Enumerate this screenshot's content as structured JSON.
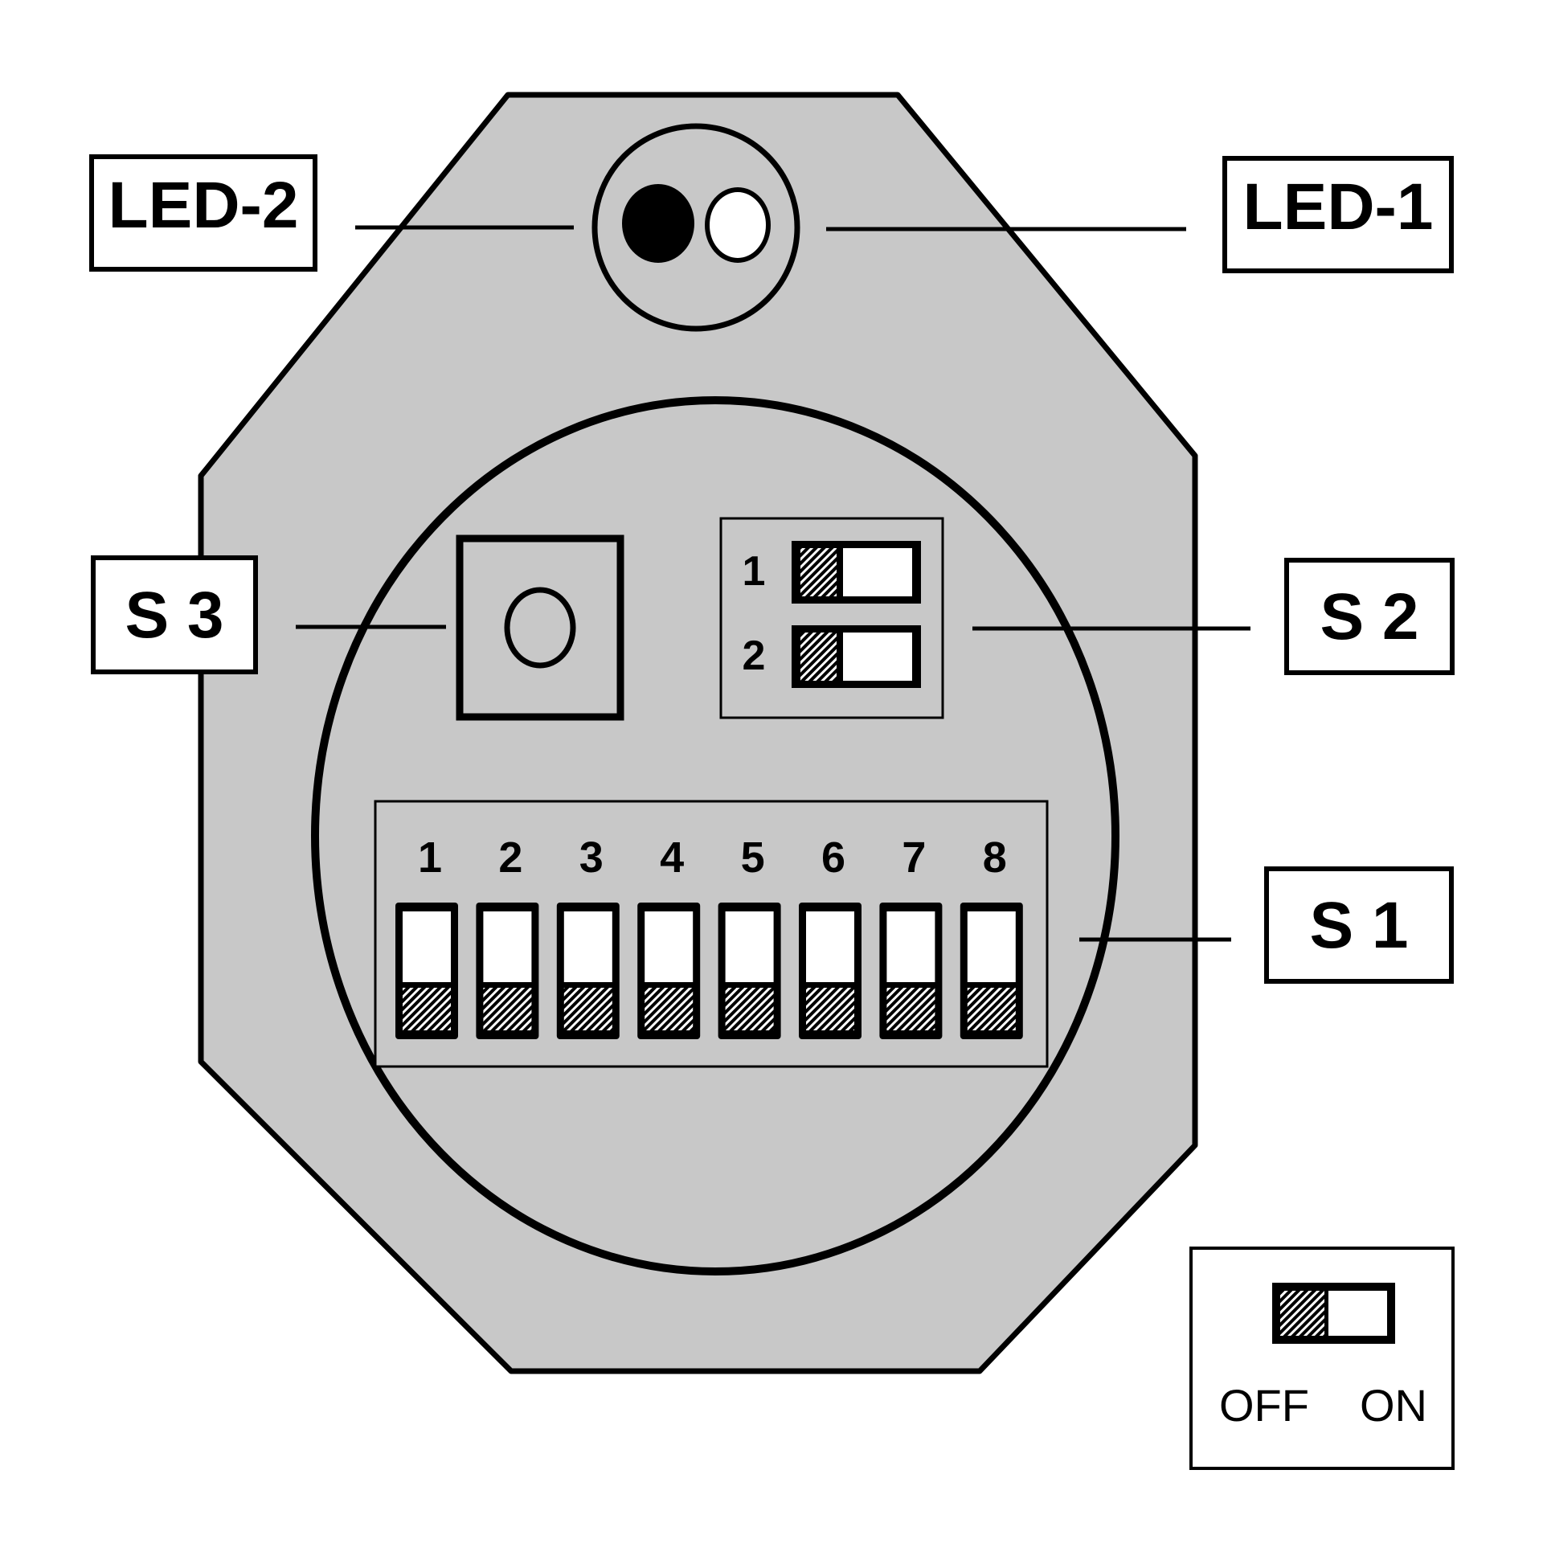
{
  "colors": {
    "housing_fill": "#c8c8c8",
    "outline": "#000000",
    "label_fill": "#ffffff",
    "background": "#ffffff"
  },
  "labels": {
    "led2": "LED-2",
    "led1": "LED-1",
    "s3": "S 3",
    "s2": "S 2",
    "s1": "S 1"
  },
  "s2": {
    "switch_numbers": [
      "1",
      "2"
    ],
    "positions": [
      "OFF",
      "OFF"
    ]
  },
  "s1": {
    "switch_numbers": [
      "1",
      "2",
      "3",
      "4",
      "5",
      "6",
      "7",
      "8"
    ],
    "positions": [
      "OFF",
      "OFF",
      "OFF",
      "OFF",
      "OFF",
      "OFF",
      "OFF",
      "OFF"
    ]
  },
  "leds": {
    "led2_state": "filled",
    "led1_state": "open"
  },
  "legend": {
    "off_label": "OFF",
    "on_label": "ON"
  }
}
